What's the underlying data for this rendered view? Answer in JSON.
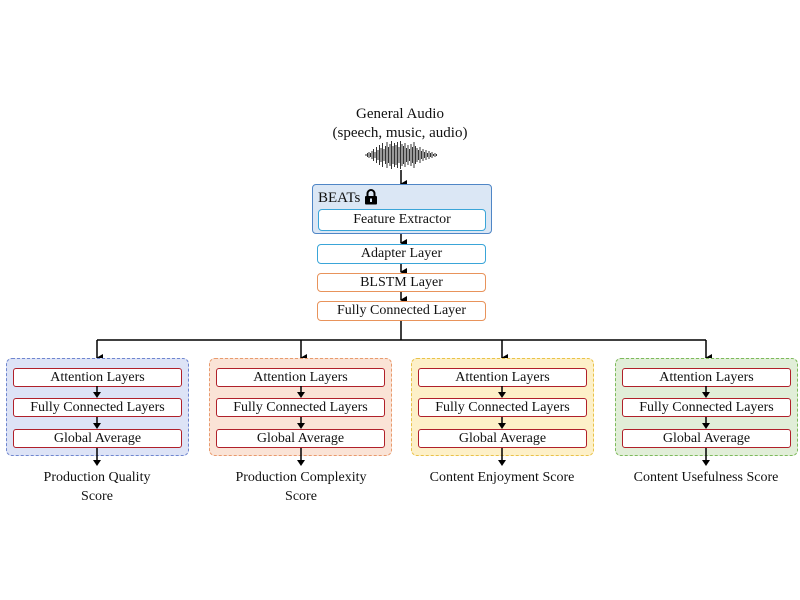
{
  "input": {
    "title": "General Audio",
    "subtitle": "(speech, music, audio)"
  },
  "beats": {
    "label": "BEATs",
    "feature_extractor": "Feature Extractor"
  },
  "shared_layers": {
    "adapter": "Adapter Layer",
    "blstm": "BLSTM Layer",
    "fc": "Fully Connected Layer"
  },
  "branches": [
    {
      "attention": "Attention Layers",
      "fc": "Fully Connected Layers",
      "global_avg": "Global Average",
      "score_line1": "Production Quality",
      "score_line2": "Score",
      "fill": "#dde3f6",
      "border": "#6f86cf"
    },
    {
      "attention": "Attention Layers",
      "fc": "Fully Connected Layers",
      "global_avg": "Global Average",
      "score_line1": "Production Complexity",
      "score_line2": "Score",
      "fill": "#fae3d6",
      "border": "#e89a6d"
    },
    {
      "attention": "Attention Layers",
      "fc": "Fully Connected Layers",
      "global_avg": "Global Average",
      "score_line1": "Content Enjoyment Score",
      "score_line2": "",
      "fill": "#fdf0c8",
      "border": "#e8c24a"
    },
    {
      "attention": "Attention Layers",
      "fc": "Fully Connected Layers",
      "global_avg": "Global Average",
      "score_line1": "Content Usefulness Score",
      "score_line2": "",
      "fill": "#e1eed8",
      "border": "#7dba5b"
    }
  ],
  "icons": {
    "waveform": "waveform-icon",
    "lock": "lock-icon"
  }
}
